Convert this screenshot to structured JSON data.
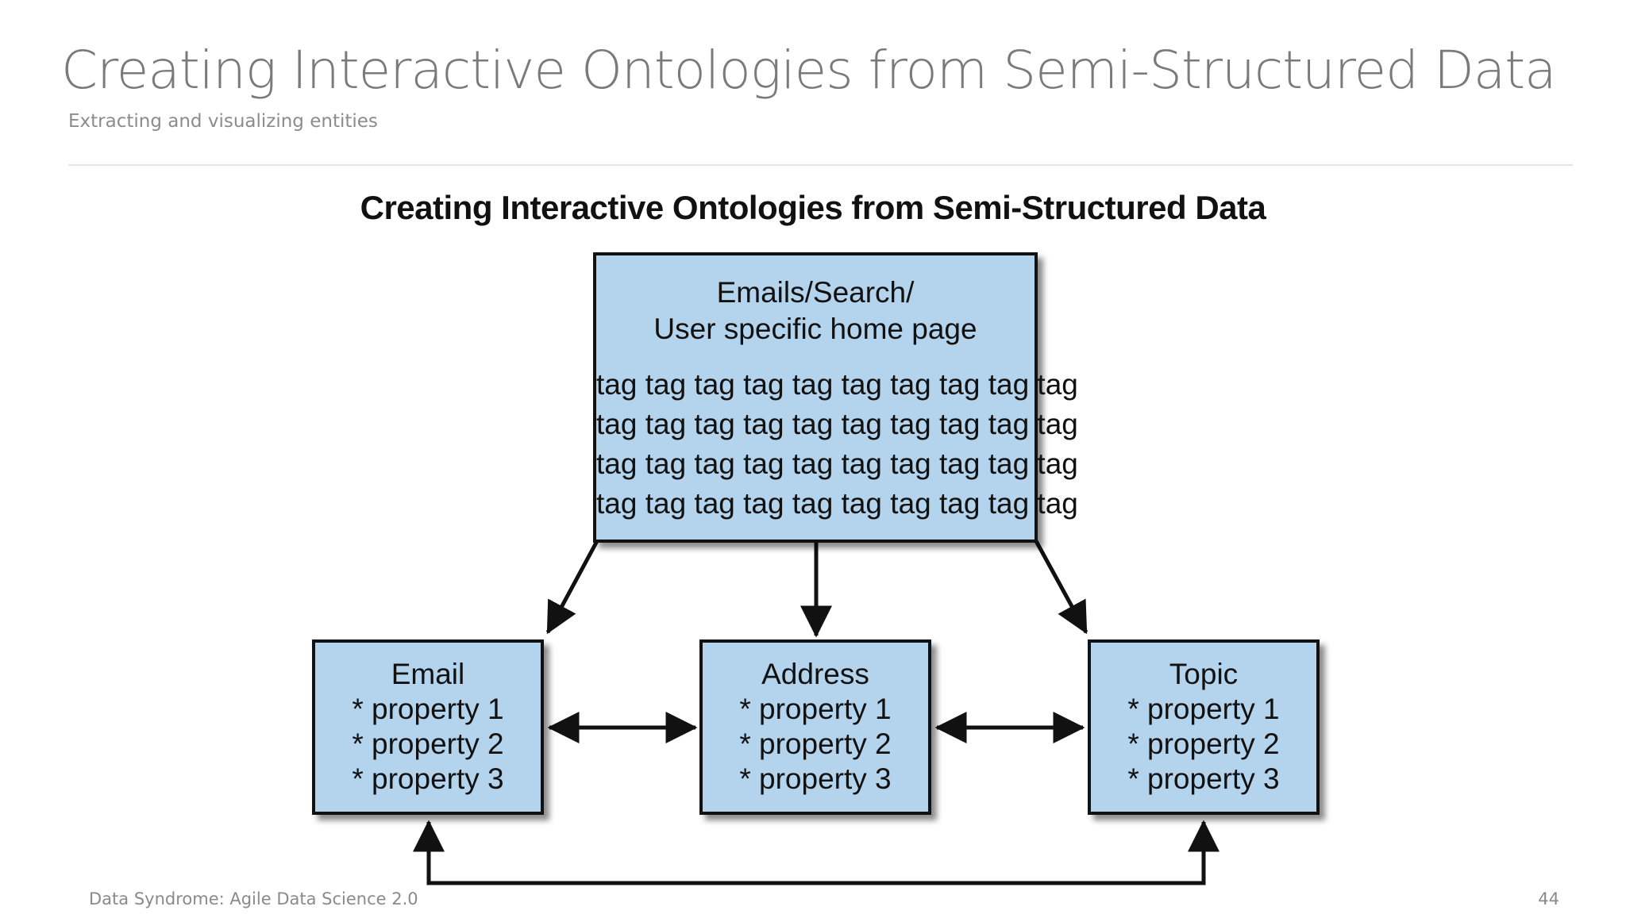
{
  "slide": {
    "title": "Creating Interactive Ontologies from Semi-Structured Data",
    "subtitle": "Extracting and visualizing entities",
    "footer": "Data Syndrome: Agile Data Science 2.0",
    "page_number": "44"
  },
  "diagram": {
    "title": "Creating Interactive Ontologies from Semi-Structured Data",
    "box_color": "#b3d4ec",
    "top_box": {
      "heading_lines": [
        "Emails/Search/",
        "User specific home page"
      ],
      "tag_rows": [
        "tag tag tag tag tag tag tag tag tag tag",
        "tag tag tag tag tag tag tag tag tag tag",
        "tag tag tag tag tag tag tag tag tag tag",
        "tag tag tag tag tag tag tag tag tag tag"
      ]
    },
    "entities": [
      {
        "name": "Email",
        "properties": [
          "* property 1",
          "* property 2",
          "* property 3"
        ]
      },
      {
        "name": "Address",
        "properties": [
          "* property 1",
          "* property 2",
          "* property 3"
        ]
      },
      {
        "name": "Topic",
        "properties": [
          "* property 1",
          "* property 2",
          "* property 3"
        ]
      }
    ]
  }
}
